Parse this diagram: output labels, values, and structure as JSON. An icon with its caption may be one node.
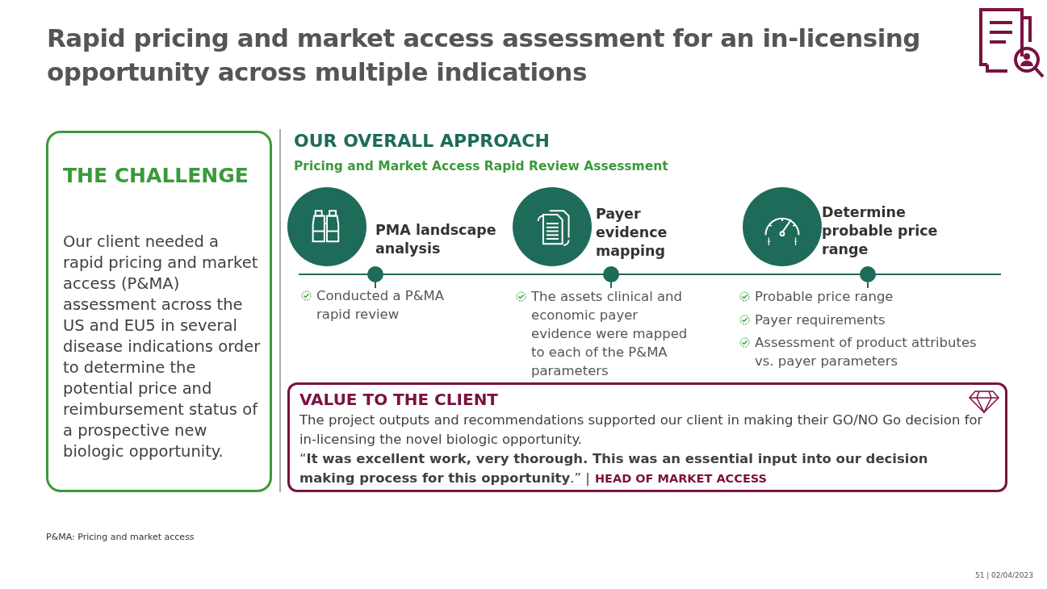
{
  "diagram": {
    "title": "Rapid pricing and market access assessment for an in-licensing opportunity across multiple indications",
    "nodes": [
      {
        "text": [
          "THE CHALLENGE",
          "Our client needed a rapid pricing and market access (P&MA) assessment across the US and EU5 in several disease indications order to determine the potential price and reimbursement status of a prospective new biologic opportunity."
        ]
      },
      {
        "text": [
          "VALUE TO THE CLIENT",
          "The project outputs and recommendations supported our client in making their GO/NO Go decision for in-licensing the novel biologic opportunity.",
          "“**It was excellent work, very thorough. This was an essential input into our decision making process for this opportunity**.” |",
          "HEAD OF MARKET ACCESS"
        ]
      },
      {
        "text": [],
        "shape": "circle",
        "beside": [
          "PMA landscape analysis"
        ]
      },
      {
        "text": [],
        "shape": "circle",
        "beside": [
          "Payer evidence mapping"
        ]
      },
      {
        "text": [],
        "shape": "circle",
        "beside": [
          "Determine probable price range"
        ]
      }
    ],
    "edges": [],
    "labels": [
      "OUR OVERALL APPROACH",
      "Pricing and Market Access Rapid Review Assessment",
      "Conducted a P&MA rapid review",
      "The assets clinical and economic payer evidence were mapped to each of the P&MA parameters",
      "Probable price range",
      "Payer requirements",
      "Assessment of product attributes vs. payer parameters",
      "P&MA: Pricing and market access",
      "51 | 02/04/2023"
    ]
  }
}
